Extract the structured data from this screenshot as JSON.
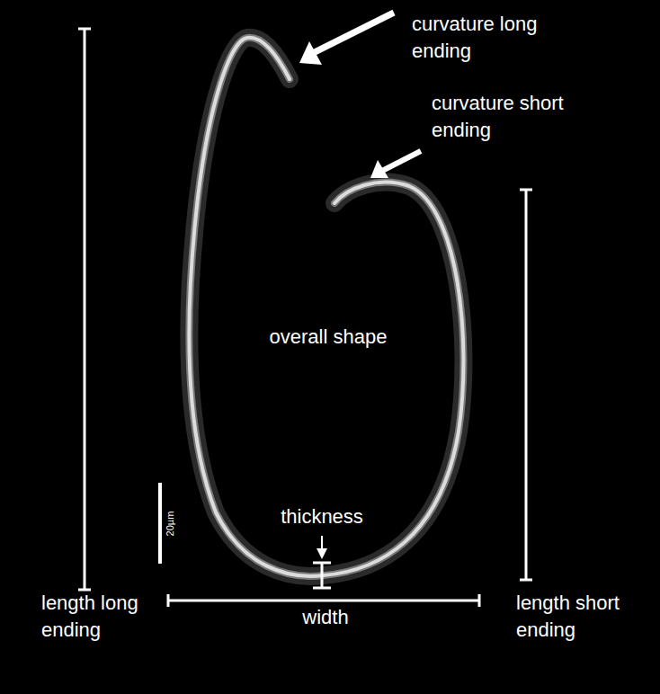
{
  "diagram": {
    "labels": [
      "curvature long ending",
      "curvature short ending",
      "overall shape",
      "20µm",
      "thickness",
      "length long ending",
      "width",
      "length short ending"
    ]
  }
}
